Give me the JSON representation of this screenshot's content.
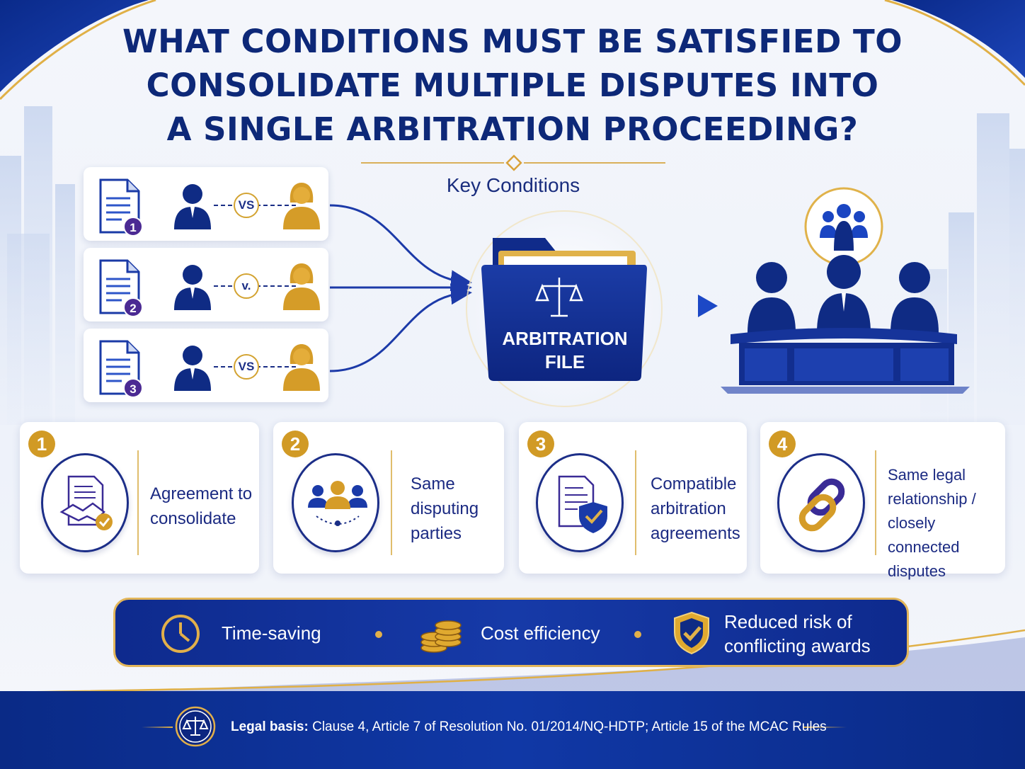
{
  "title": {
    "line1": "WHAT CONDITIONS MUST BE SATISFIED TO",
    "line2": "CONSOLIDATE MULTIPLE DISPUTES INTO",
    "line3": "A SINGLE ARBITRATION PROCEEDING?"
  },
  "key_conditions_label": "Key Conditions",
  "disputes": [
    {
      "number": "1",
      "vs": "VS"
    },
    {
      "number": "2",
      "vs": "v."
    },
    {
      "number": "3",
      "vs": "VS"
    }
  ],
  "folder": {
    "line1": "ARBITRATION",
    "line2": "FILE"
  },
  "conditions": [
    {
      "number": "1",
      "lines": [
        "Agreement to",
        "consolidate"
      ],
      "icon": "handshake-document-icon"
    },
    {
      "number": "2",
      "lines": [
        "Same",
        "disputing",
        "parties"
      ],
      "icon": "people-group-icon"
    },
    {
      "number": "3",
      "lines": [
        "Compatible",
        "arbitration",
        "agreements"
      ],
      "icon": "document-shield-icon"
    },
    {
      "number": "4",
      "lines": [
        "Same legal",
        "relationship /",
        "closely connected",
        "disputes"
      ],
      "icon": "chain-link-icon"
    }
  ],
  "benefits": [
    {
      "label": "Time-saving",
      "icon": "clock-icon"
    },
    {
      "label": "Cost efficiency",
      "icon": "coins-icon"
    },
    {
      "label_line1": "Reduced risk of",
      "label_line2": "conflicting awards",
      "icon": "shield-check-icon"
    }
  ],
  "footer": {
    "label": "Legal basis:",
    "text": " Clause 4, Article 7 of Resolution No. 01/2014/NQ-HDTP; Article 15 of the MCAC Rules"
  },
  "colors": {
    "navy": "#0d2878",
    "gold": "#d19a25",
    "purple_badge": "#4b2a93",
    "blue_bar": "#163aa8"
  }
}
